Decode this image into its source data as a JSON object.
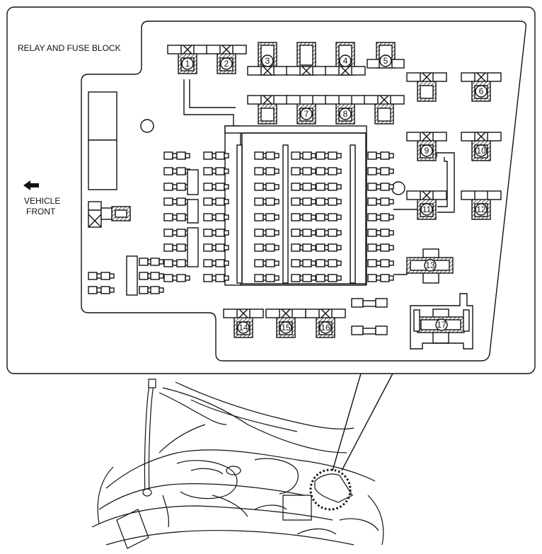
{
  "title": "RELAY AND FUSE BLOCK",
  "direction_label": [
    "VEHICLE",
    "FRONT"
  ],
  "component_numbers": [
    "1",
    "2",
    "3",
    "4",
    "5",
    "6",
    "7",
    "8",
    "9",
    "10",
    "11",
    "12",
    "13",
    "14",
    "15",
    "16",
    "17"
  ],
  "colors": {
    "line": "#111111",
    "background": "#ffffff",
    "hatch": "#111111"
  },
  "icons": [
    "arrow-left-icon",
    "relay-icon",
    "fuse-icon",
    "magnifier-circle-icon"
  ]
}
